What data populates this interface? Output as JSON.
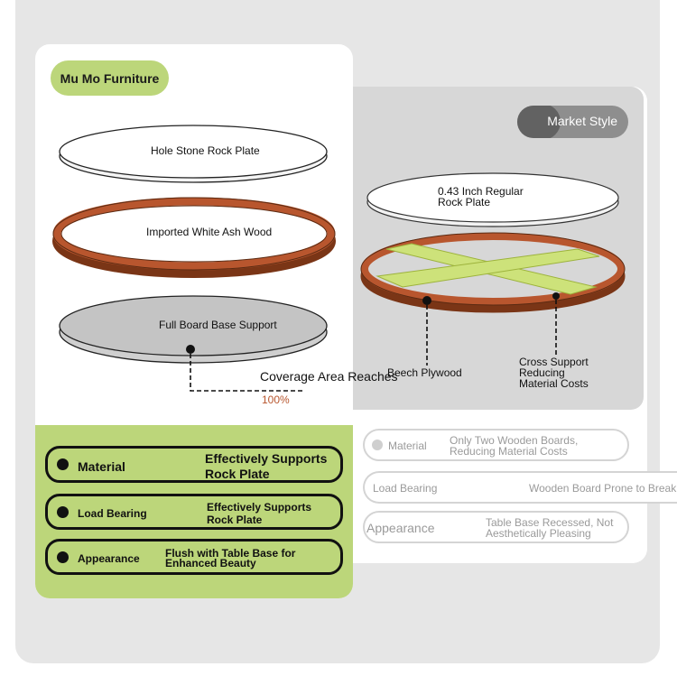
{
  "brand": {
    "label": "Mu Mo Furniture"
  },
  "compare_badge": {
    "label": "Market Style"
  },
  "left_layers": {
    "top_plate": "Hole Stone Rock Plate",
    "frame": "Imported White Ash Wood",
    "base": "Full Board Base Support",
    "coverage_label": "Coverage Area Reaches",
    "coverage_value": "100%"
  },
  "right_layers": {
    "top_plate_line1": "0.43 Inch Regular",
    "top_plate_line2": "Rock Plate",
    "plywood": "Beech Plywood",
    "cross_line1": "Cross Support",
    "cross_line2": "Reducing",
    "cross_line3": "Material Costs"
  },
  "features": [
    {
      "name": "Material",
      "value_line1": "Effectively Supports",
      "value_line2": "Rock Plate"
    },
    {
      "name": "Load Bearing",
      "value_line1": "Effectively Supports",
      "value_line2": "Rock Plate"
    },
    {
      "name": "Appearance",
      "value_line1": "Flush with Table Base for",
      "value_line2": "Enhanced Beauty"
    }
  ],
  "comparison": [
    {
      "name": "Material",
      "value_line1": "Only Two Wooden Boards,",
      "value_line2": "Reducing Material Costs"
    },
    {
      "name": "Load Bearing",
      "value_line1": "Wooden Board Prone to Breaking",
      "value_line2": ""
    },
    {
      "name": "Appearance",
      "value_line1": "Table Base Recessed, Not",
      "value_line2": "Aesthetically Pleasing"
    }
  ],
  "colors": {
    "accent_green": "#bcd67a",
    "wood_brown": "#b8562e",
    "cross_green": "#cde27a",
    "panel_gray": "#d7d7d7"
  }
}
